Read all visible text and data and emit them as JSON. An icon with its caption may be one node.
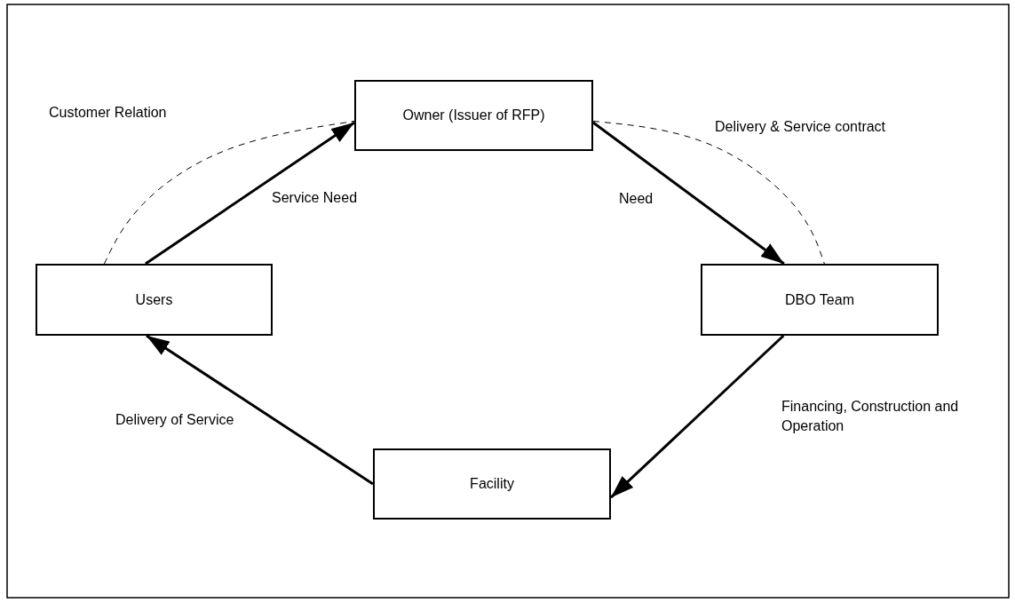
{
  "diagram": {
    "nodes": [
      {
        "text": [
          "Owner (Issuer of RFP)"
        ]
      },
      {
        "text": [
          "Users"
        ]
      },
      {
        "text": [
          "DBO Team"
        ]
      },
      {
        "text": [
          "Facility"
        ]
      }
    ],
    "edges": [
      {
        "from": 1,
        "to": 0,
        "arrow": "to",
        "label": "Service Need"
      },
      {
        "from": 0,
        "to": 2,
        "arrow": "to",
        "label": "Need"
      },
      {
        "from": 2,
        "to": 3,
        "arrow": "to",
        "label": "Financing, Construction and Operation"
      },
      {
        "from": 3,
        "to": 1,
        "arrow": "to",
        "label": "Delivery of Service"
      },
      {
        "from": 1,
        "to": 0,
        "arrow": "none",
        "style": "dashed",
        "label": "Customer Relation"
      },
      {
        "from": 0,
        "to": 2,
        "arrow": "none",
        "style": "dashed",
        "label": "Delivery & Service contract"
      }
    ]
  }
}
